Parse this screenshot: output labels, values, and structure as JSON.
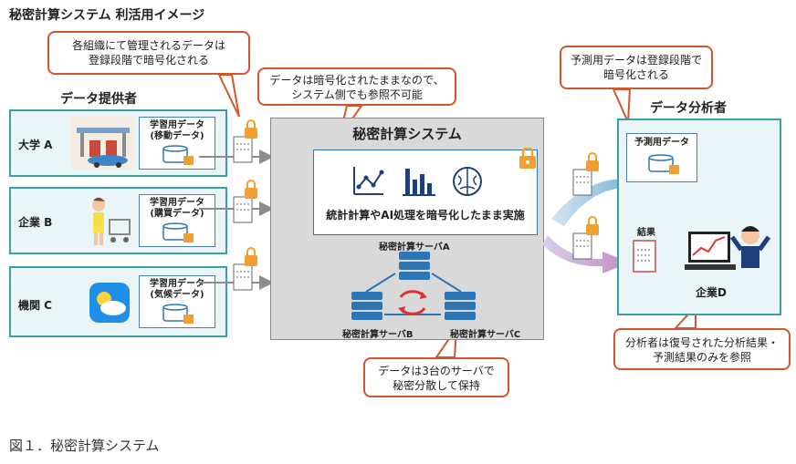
{
  "title": "秘密計算システム 利活用イメージ",
  "callouts": {
    "top_left": [
      "各組織にて管理されるデータは",
      "登録段階で暗号化される"
    ],
    "top_mid": [
      "データは暗号化されたままなので、",
      "システム側でも参照不可能"
    ],
    "top_right": [
      "予測用データは登録段階で",
      "暗号化される"
    ],
    "bottom_mid": [
      "データは3台のサーバで",
      "秘密分散して保持"
    ],
    "bottom_right": [
      "分析者は復号された分析結果・",
      "予測結果のみを参照"
    ]
  },
  "providers": {
    "heading": "データ提供者",
    "rows": [
      {
        "name": "大学 A",
        "data_line1": "学習用データ",
        "data_line2": "(移動データ)"
      },
      {
        "name": "企業 B",
        "data_line1": "学習用データ",
        "data_line2": "(購買データ)"
      },
      {
        "name": "機関 C",
        "data_line1": "学習用データ",
        "data_line2": "(気候データ)"
      }
    ]
  },
  "system": {
    "title": "秘密計算システム",
    "compute_label": "統計計算やAI処理を暗号化したまま実施",
    "server_a": "秘密計算サーバA",
    "server_b": "秘密計算サーバB",
    "server_c": "秘密計算サーバC"
  },
  "analyst": {
    "heading": "データ分析者",
    "predict_label": "予測用データ",
    "result_label": "結果",
    "company": "企業D"
  },
  "caption": "図１．秘密計算システム",
  "colors": {
    "teal": "#3aa2a6",
    "callout_border": "#d2562b",
    "navy": "#1f3f7a",
    "server_blue": "#2e75b6",
    "lock_orange": "#f0a030"
  }
}
